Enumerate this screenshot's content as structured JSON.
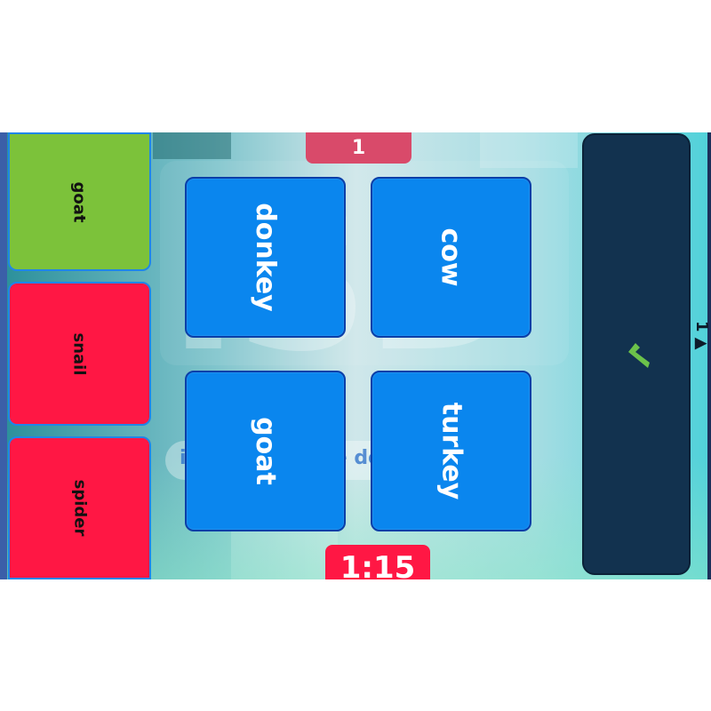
{
  "round": {
    "label": "1"
  },
  "timer": {
    "value": "1:15"
  },
  "side_cards": [
    {
      "label": "goat",
      "state": "correct",
      "color": "#7cc23a"
    },
    {
      "label": "snail",
      "state": "incorrect",
      "color": "#ff1744"
    },
    {
      "label": "spider",
      "state": "incorrect",
      "color": "#ff1744"
    }
  ],
  "tiles": [
    {
      "label": "donkey"
    },
    {
      "label": "cow"
    },
    {
      "label": "goat"
    },
    {
      "label": "turkey"
    }
  ],
  "confirm": {
    "icon": "check-icon",
    "color": "#6cc24a"
  },
  "edge_glyph": {
    "text": "1 ▲"
  },
  "watermark": {
    "logo": "ISD",
    "tagline": "inclusive space developer"
  },
  "colors": {
    "tile": "#0a86ee",
    "correct": "#7cc23a",
    "incorrect": "#ff1744",
    "panel": "#12324f",
    "round_badge": "#d94a6a",
    "timer_badge": "#ff1744"
  }
}
